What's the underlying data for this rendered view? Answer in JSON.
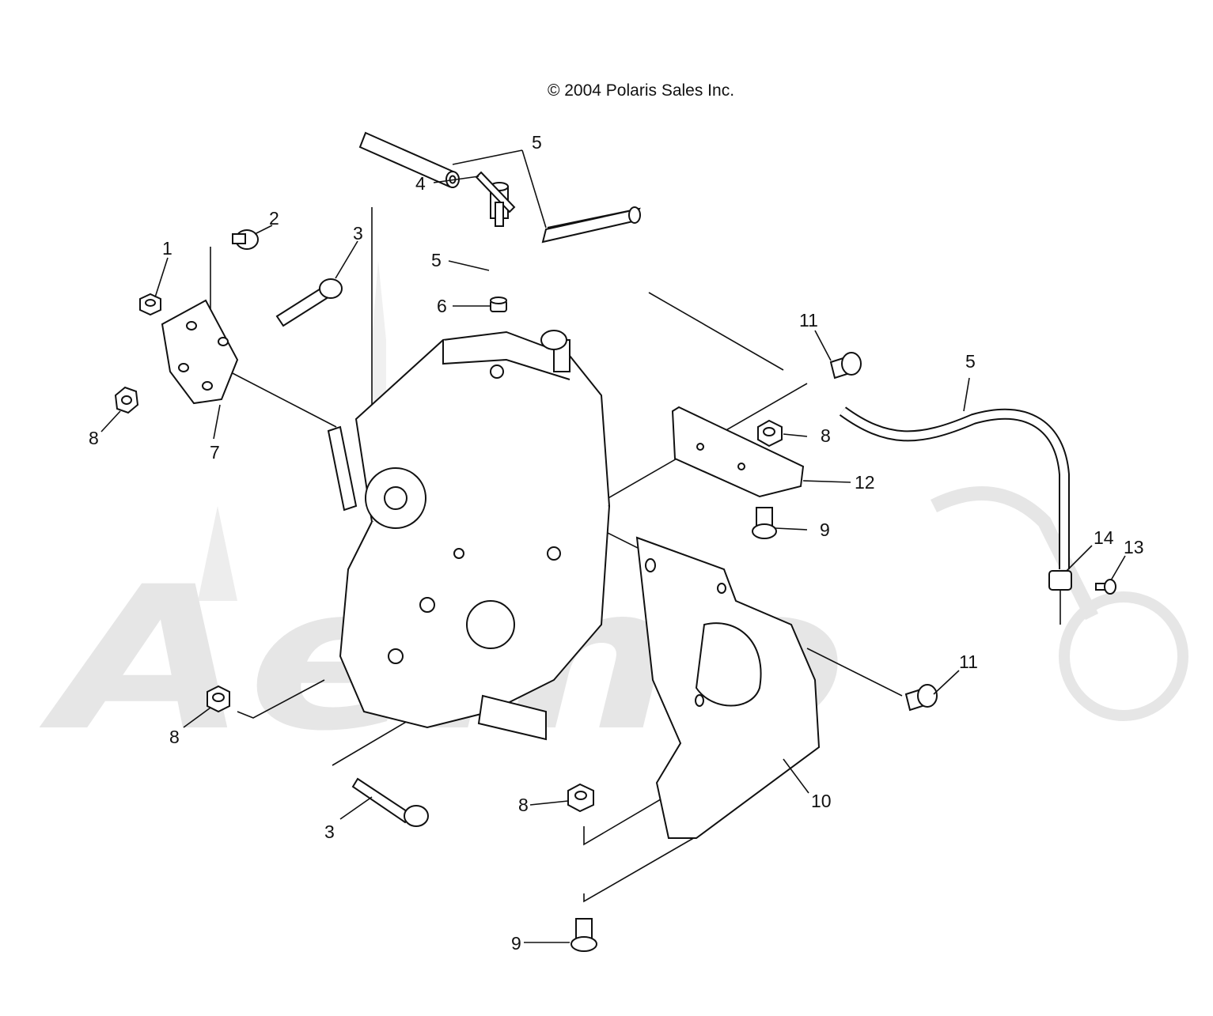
{
  "copyright": "© 2004 Polaris Sales Inc.",
  "watermark": {
    "text": "Aemo",
    "color": "#e6e6e6"
  },
  "line_color": "#111111",
  "callouts": [
    {
      "id": "c1",
      "label": "1"
    },
    {
      "id": "c2",
      "label": "2"
    },
    {
      "id": "c3a",
      "label": "3"
    },
    {
      "id": "c3b",
      "label": "3"
    },
    {
      "id": "c4",
      "label": "4"
    },
    {
      "id": "c5a",
      "label": "5"
    },
    {
      "id": "c5b",
      "label": "5"
    },
    {
      "id": "c5c",
      "label": "5"
    },
    {
      "id": "c6",
      "label": "6"
    },
    {
      "id": "c7",
      "label": "7"
    },
    {
      "id": "c8a",
      "label": "8"
    },
    {
      "id": "c8b",
      "label": "8"
    },
    {
      "id": "c8c",
      "label": "8"
    },
    {
      "id": "c8d",
      "label": "8"
    },
    {
      "id": "c9a",
      "label": "9"
    },
    {
      "id": "c9b",
      "label": "9"
    },
    {
      "id": "c10",
      "label": "10"
    },
    {
      "id": "c11a",
      "label": "11"
    },
    {
      "id": "c11b",
      "label": "11"
    },
    {
      "id": "c12",
      "label": "12"
    },
    {
      "id": "c13",
      "label": "13"
    },
    {
      "id": "c14",
      "label": "14"
    }
  ]
}
